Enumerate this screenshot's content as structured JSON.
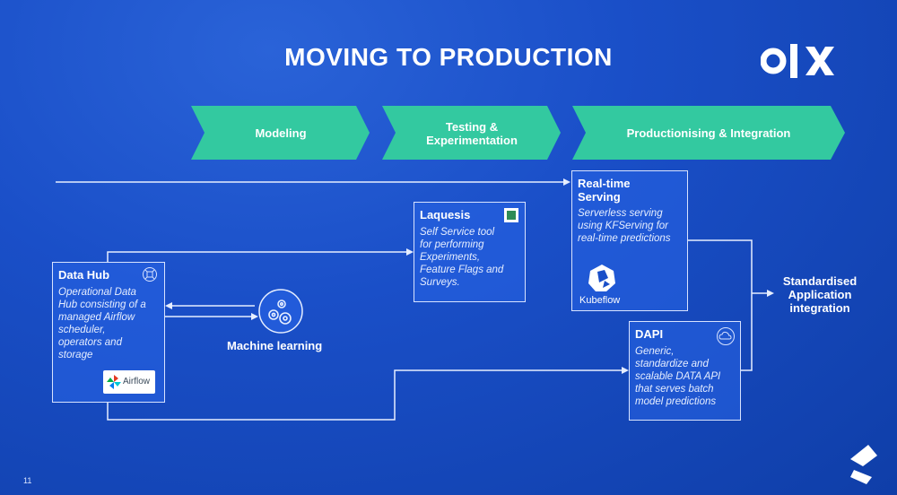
{
  "slide": {
    "title": "MOVING TO PRODUCTION",
    "page_number": "11",
    "brand_logo": "olx-logo",
    "corner_logo": "prosus-logo"
  },
  "stages": [
    {
      "label": "Modeling"
    },
    {
      "label_line1": "Testing &",
      "label_line2": "Experimentation"
    },
    {
      "label": "Productionising & Integration"
    }
  ],
  "boxes": {
    "data_hub": {
      "title": "Data Hub",
      "body": [
        "Operational Data",
        "Hub consisting of a",
        "managed Airflow",
        "scheduler,",
        "operators and",
        "storage"
      ],
      "icon": "network-icon",
      "logo_text": "Airflow"
    },
    "laquesis": {
      "title": "Laquesis",
      "body": [
        "Self Service tool",
        "for performing",
        "Experiments,",
        "Feature Flags and",
        "Surveys."
      ],
      "icon": "app-icon"
    },
    "realtime": {
      "title_line1": "Real-time",
      "title_line2": "Serving",
      "body": [
        "Serverless serving",
        "using KFServing for",
        "real-time predictions"
      ],
      "logo_text": "Kubeflow"
    },
    "dapi": {
      "title": "DAPI",
      "body": [
        "Generic,",
        "standardize and",
        "scalable DATA API",
        "that serves batch",
        "model predictions"
      ],
      "icon": "cloud-sync-icon"
    }
  },
  "labels": {
    "machine_learning": "Machine learning",
    "standardised": [
      "Standardised",
      "Application",
      "integration"
    ]
  },
  "colors": {
    "stage_fill": "#33c9a0",
    "background": "#1a4fc8",
    "line": "#e6eeff"
  }
}
